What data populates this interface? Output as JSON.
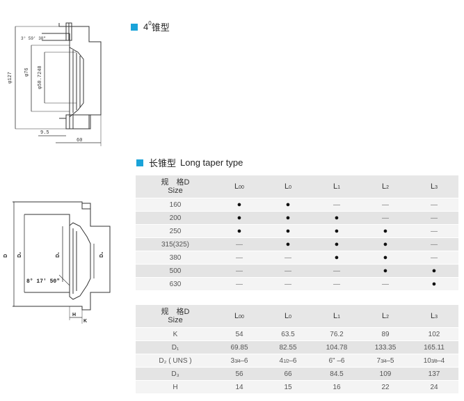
{
  "sec1": {
    "title_main": "4",
    "title_sup": "0",
    "title_tail": "锥型"
  },
  "sec2": {
    "title_cn": "长锥型",
    "title_en": "Long taper type"
  },
  "drawing1": {
    "angle": "3° 59′ 38″",
    "d127": "φ127",
    "d76": "φ76",
    "d58": "φ58.7248",
    "dim9": "9.5",
    "dim60": "60"
  },
  "drawing2": {
    "D": "D",
    "D2": "D₂",
    "D1": "D₁",
    "D3": "D₃",
    "angle": "8° 17′ 50″",
    "H": "H",
    "K": "K"
  },
  "table1": {
    "size_label_1": "规　格D",
    "size_label_2": "Size",
    "columns": [
      {
        "main": "L",
        "sub": "00"
      },
      {
        "main": "L",
        "sub": "0"
      },
      {
        "main": "L",
        "sub": "1"
      },
      {
        "main": "L",
        "sub": "2"
      },
      {
        "main": "L",
        "sub": "3"
      }
    ],
    "dot": "●",
    "dash": "—",
    "rows": [
      {
        "size": "160",
        "marks": [
          1,
          1,
          0,
          0,
          0
        ]
      },
      {
        "size": "200",
        "marks": [
          1,
          1,
          1,
          0,
          0
        ]
      },
      {
        "size": "250",
        "marks": [
          1,
          1,
          1,
          1,
          0
        ]
      },
      {
        "size": "315(325)",
        "marks": [
          0,
          1,
          1,
          1,
          0
        ]
      },
      {
        "size": "380",
        "marks": [
          0,
          0,
          1,
          1,
          0
        ]
      },
      {
        "size": "500",
        "marks": [
          0,
          0,
          0,
          1,
          1
        ]
      },
      {
        "size": "630",
        "marks": [
          0,
          0,
          0,
          0,
          1
        ]
      }
    ]
  },
  "table2": {
    "size_label_1": "规　格D",
    "size_label_2": "Size",
    "columns": [
      {
        "main": "L",
        "sub": "00"
      },
      {
        "main": "L",
        "sub": "0"
      },
      {
        "main": "L",
        "sub": "1"
      },
      {
        "main": "L",
        "sub": "2"
      },
      {
        "main": "L",
        "sub": "3"
      }
    ],
    "rows": [
      {
        "label": "K",
        "cells": [
          {
            "t": "54"
          },
          {
            "t": "63.5"
          },
          {
            "t": "76.2"
          },
          {
            "t": "89"
          },
          {
            "t": "102"
          }
        ]
      },
      {
        "label": "D₁",
        "cells": [
          {
            "t": "69.85"
          },
          {
            "t": "82.55"
          },
          {
            "t": "104.78"
          },
          {
            "t": "133.35"
          },
          {
            "t": "165.11"
          }
        ]
      },
      {
        "label": "D₂ ( UNS )",
        "cells": [
          {
            "a": "3",
            "f": "3/4",
            "b": "–6"
          },
          {
            "a": "4",
            "f": "1/2",
            "b": "–6"
          },
          {
            "t": "6\"  –6"
          },
          {
            "a": "7",
            "f": "3/4",
            "b": "–5"
          },
          {
            "a": "10",
            "f": "3/8",
            "b": "–4"
          }
        ]
      },
      {
        "label": "D₃",
        "cells": [
          {
            "t": "56"
          },
          {
            "t": "66"
          },
          {
            "t": "84.5"
          },
          {
            "t": "109"
          },
          {
            "t": "137"
          }
        ]
      },
      {
        "label": "H",
        "cells": [
          {
            "t": "14"
          },
          {
            "t": "15"
          },
          {
            "t": "16"
          },
          {
            "t": "22"
          },
          {
            "t": "24"
          }
        ]
      }
    ]
  }
}
